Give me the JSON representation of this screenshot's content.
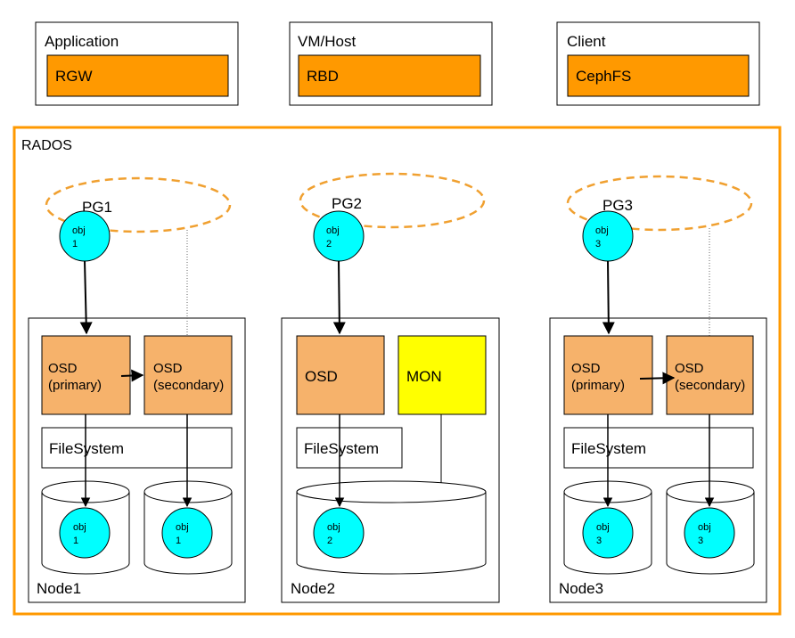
{
  "clients": [
    {
      "label": "Application",
      "service": "RGW"
    },
    {
      "label": "VM/Host",
      "service": "RBD"
    },
    {
      "label": "Client",
      "service": "CephFS"
    }
  ],
  "rados": {
    "label": "RADOS",
    "pgs": [
      {
        "label": "PG1",
        "obj_line1": "obj",
        "obj_line2": "1"
      },
      {
        "label": "PG2",
        "obj_line1": "obj",
        "obj_line2": "2"
      },
      {
        "label": "PG3",
        "obj_line1": "obj",
        "obj_line2": "3"
      }
    ],
    "nodes": [
      {
        "label": "Node1",
        "osd_primary": [
          "OSD",
          "(primary)"
        ],
        "osd_secondary": [
          "OSD",
          "(secondary)"
        ],
        "filesystem": "FileSystem",
        "disk_objs": [
          [
            "obj",
            "1"
          ],
          [
            "obj",
            "1"
          ]
        ]
      },
      {
        "label": "Node2",
        "osd": "OSD",
        "mon": "MON",
        "filesystem": "FileSystem",
        "disk_objs": [
          [
            "obj",
            "2"
          ]
        ]
      },
      {
        "label": "Node3",
        "osd_primary": [
          "OSD",
          "(primary)"
        ],
        "osd_secondary": [
          "OSD",
          "(secondary)"
        ],
        "filesystem": "FileSystem",
        "disk_objs": [
          [
            "obj",
            "3"
          ],
          [
            "obj",
            "3"
          ]
        ]
      }
    ]
  },
  "colors": {
    "service_fill": "#ff9900",
    "rados_border": "#ff9900",
    "pg_ellipse": "#f0a030",
    "osd_fill": "#f6b26b",
    "mon_fill": "#ffff00",
    "obj_fill": "#00ffff"
  }
}
